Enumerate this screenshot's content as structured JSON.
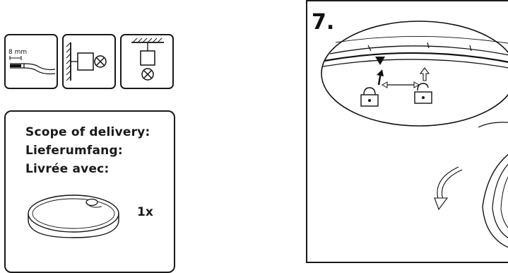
{
  "wire_box": {
    "strip_label": "8 mm"
  },
  "scope": {
    "lines": [
      "Scope of delivery:",
      "Lieferumfang:",
      "Livrée avec:"
    ],
    "quantity": "1x"
  },
  "step": {
    "number": "7."
  }
}
